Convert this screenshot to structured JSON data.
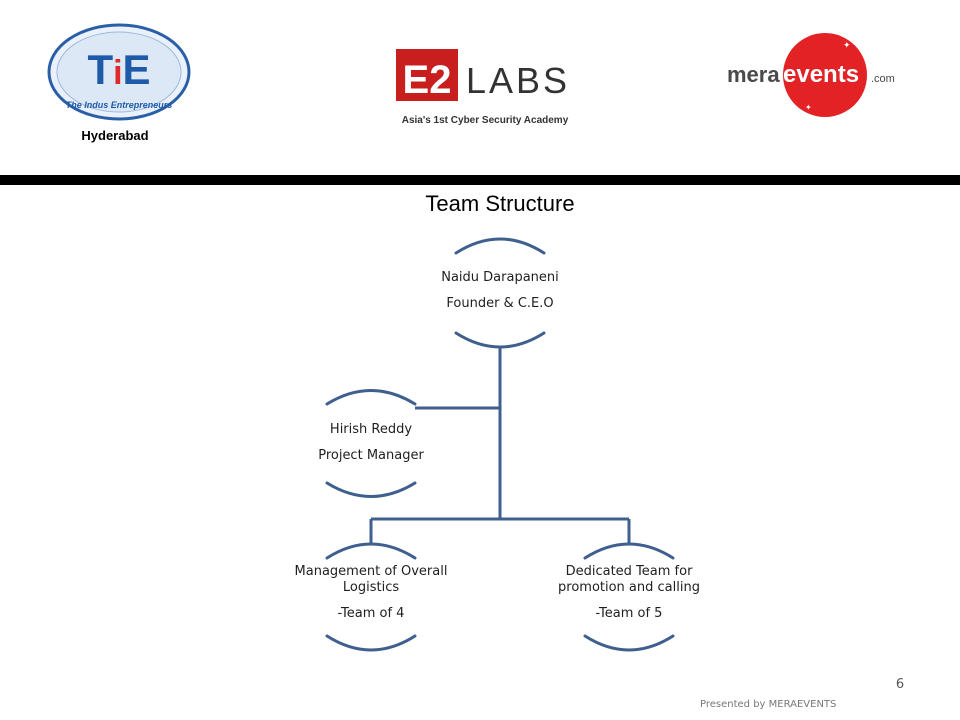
{
  "header": {
    "logo_left_text": "TiE",
    "logo_left_tagline": "The Indus Entrepreneurs",
    "city": "Hyderabad",
    "logo_center_text": "E2",
    "logo_center_word": "LABS",
    "logo_center_tagline": "Asia's 1st Cyber Security Academy",
    "logo_right_text": "mera",
    "logo_right_events": "events",
    "logo_right_suffix": ".com"
  },
  "slide": {
    "title": "Team Structure",
    "page_number": "6",
    "footer": "Presented by MERAEVENTS"
  },
  "org": {
    "root": {
      "name": "Naidu Darapaneni",
      "role": "Founder & C.E.O"
    },
    "assistant": {
      "name": "Hirish Reddy",
      "role": "Project Manager"
    },
    "left_child": {
      "name": "Management of Overall Logistics",
      "role": "-Team of 4"
    },
    "right_child": {
      "name": "Dedicated Team for promotion and calling",
      "role": "-Team of 5"
    }
  },
  "colors": {
    "connector": "#3f5f8f",
    "tie_blue": "#1e5aa8",
    "tie_red": "#e02a2a",
    "e2_red": "#c81e1e",
    "mera_red": "#e32226",
    "mera_dark": "#4a4a4a"
  }
}
